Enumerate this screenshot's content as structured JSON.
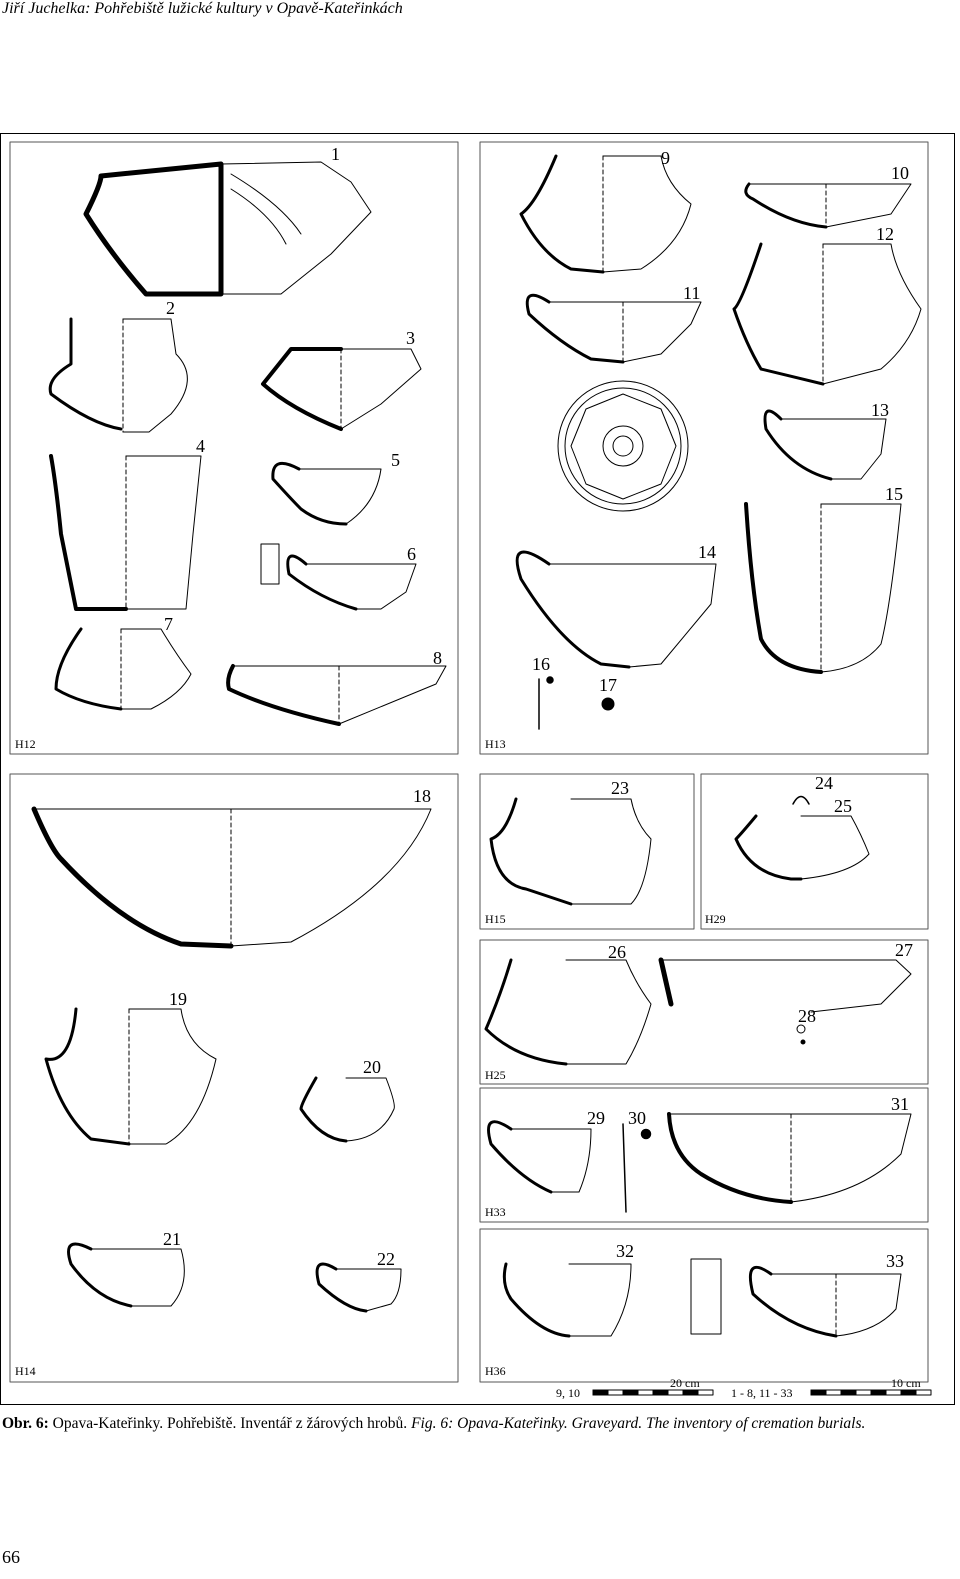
{
  "running_head": "Jiří Juchelka: Pohřebiště lužické kultury v Opavě-Kateřinkách",
  "figure": {
    "panels": [
      "H12",
      "H13",
      "H15",
      "H29",
      "H25",
      "H33",
      "H14",
      "H36"
    ],
    "object_numbers": [
      "1",
      "2",
      "3",
      "4",
      "5",
      "6",
      "7",
      "8",
      "9",
      "10",
      "11",
      "12",
      "13",
      "14",
      "15",
      "16",
      "17",
      "18",
      "19",
      "20",
      "21",
      "22",
      "23",
      "24",
      "25",
      "26",
      "27",
      "28",
      "29",
      "30",
      "31",
      "32",
      "33"
    ],
    "scales": [
      {
        "label": "9, 10",
        "length": "20 cm"
      },
      {
        "label": "1 - 8, 11 - 33",
        "length": "10 cm"
      }
    ]
  },
  "caption": {
    "prefix": "Obr. 6:",
    "czech": " Opava-Kateřinky. Pohřebiště. Inventář z žárových hrobů. ",
    "english": "Fig. 6: Opava-Kateřinky. Graveyard. The inventory of cremation burials."
  },
  "page_number": "66"
}
